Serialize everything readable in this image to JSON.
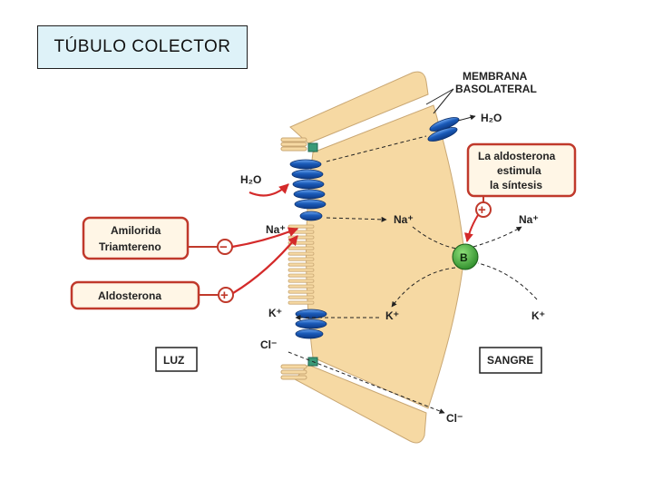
{
  "title": "TÚBULO  COLECTOR",
  "labels": {
    "membrana_line1": "MEMBRANA",
    "membrana_line2": "BASOLATERAL",
    "h2o_right": "H₂O",
    "h2o_left": "H₂O",
    "na_lumen": "Na⁺",
    "na_cell": "Na⁺",
    "na_blood": "Na⁺",
    "k_lumen": "K⁺",
    "k_cell": "K⁺",
    "k_blood": "K⁺",
    "cl_lumen": "Cl⁻",
    "cl_blood": "Cl⁻",
    "b_pump": "B",
    "luz": "LUZ",
    "sangre": "SANGRE"
  },
  "boxes": {
    "amilorida_line1": "Amilorida",
    "amilorida_line2": "Triamtereno",
    "aldosterona": "Aldosterona",
    "aldo_effect_line1": "La aldosterona",
    "aldo_effect_line2": "estimula",
    "aldo_effect_line3": "la síntesis"
  },
  "signs": {
    "minus": "−",
    "plus": "+"
  },
  "colors": {
    "cell": "#f6d9a3",
    "channel": "#1a5ab8",
    "pump": "#3da53a",
    "inhibitor_border": "#c0392b",
    "inhibitor_fill": "#fff6e6",
    "arrow_red": "#d42a2a",
    "tight_junction": "#3a9a78"
  }
}
